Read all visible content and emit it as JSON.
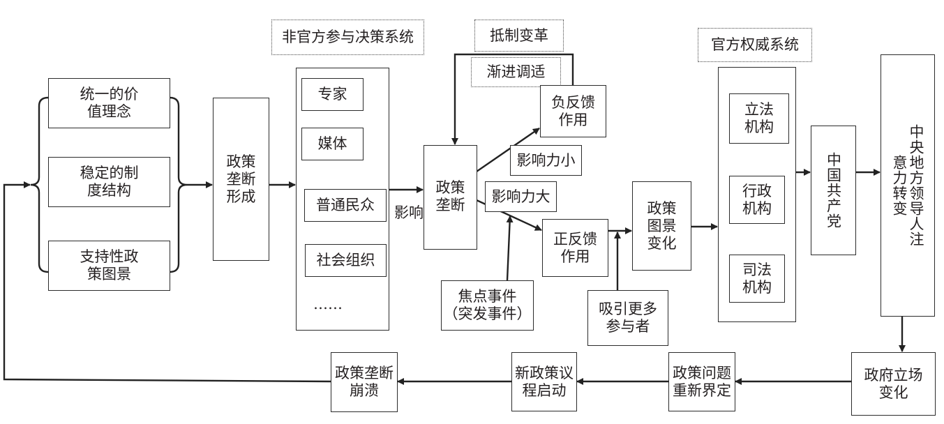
{
  "diagram": {
    "group_labels": {
      "unofficial_system": "非官方参与决策系统",
      "official_system": "官方权威系统",
      "resist_change": "抵制变革",
      "gradual_adjust": "渐进调适"
    },
    "foundations": [
      "统一的价\n值理念",
      "稳定的制\n度结构",
      "支持性政\n策图景"
    ],
    "monopoly_formation": "政策\n垄断\n形成",
    "unofficial_members": [
      "专家",
      "媒体",
      "普通民众",
      "社会组织",
      "……"
    ],
    "influence_label": "影响",
    "policy_monopoly": "政策\n垄断",
    "influence_small": "影响力小",
    "influence_large": "影响力大",
    "negative_feedback": "负反馈\n作用",
    "positive_feedback": "正反馈\n作用",
    "focusing_event": "焦点事件\n（突发事件）",
    "attract_participants": "吸引更多\n参与者",
    "image_change": "政策\n图景\n变化",
    "official_members": [
      "立法\n机构",
      "行政\n机构",
      "司法\n机构"
    ],
    "cpc": "中国共产党",
    "leader_attention": "中央地方领导人注意力转变",
    "gov_position_change": "政府立场\n变化",
    "problem_redefine": "政策问题\n重新界定",
    "new_agenda": "新政策议\n程启动",
    "monopoly_collapse": "政策垄断\n崩溃"
  }
}
